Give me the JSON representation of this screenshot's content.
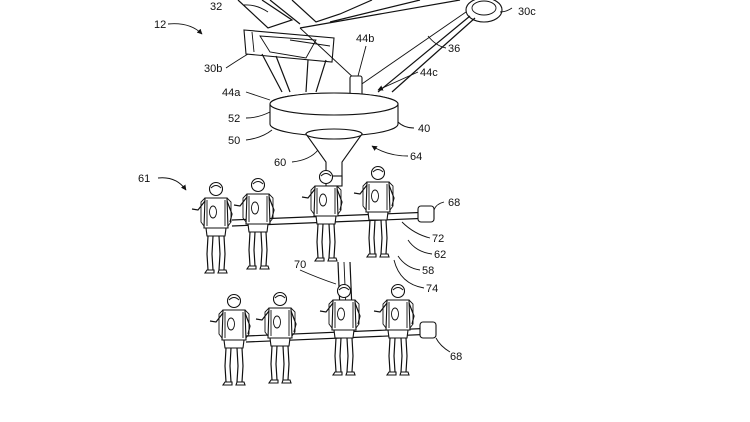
{
  "labels": {
    "l12": "12",
    "l32": "32",
    "l30c": "30c",
    "l44b": "44b",
    "l36": "36",
    "l30b": "30b",
    "l44c": "44c",
    "l44a": "44a",
    "l52": "52",
    "l40": "40",
    "l50": "50",
    "l60": "60",
    "l64": "64",
    "l61": "61",
    "l68a": "68",
    "l72": "72",
    "l62": "62",
    "l70": "70",
    "l58": "58",
    "l74": "74",
    "l68b": "68"
  }
}
